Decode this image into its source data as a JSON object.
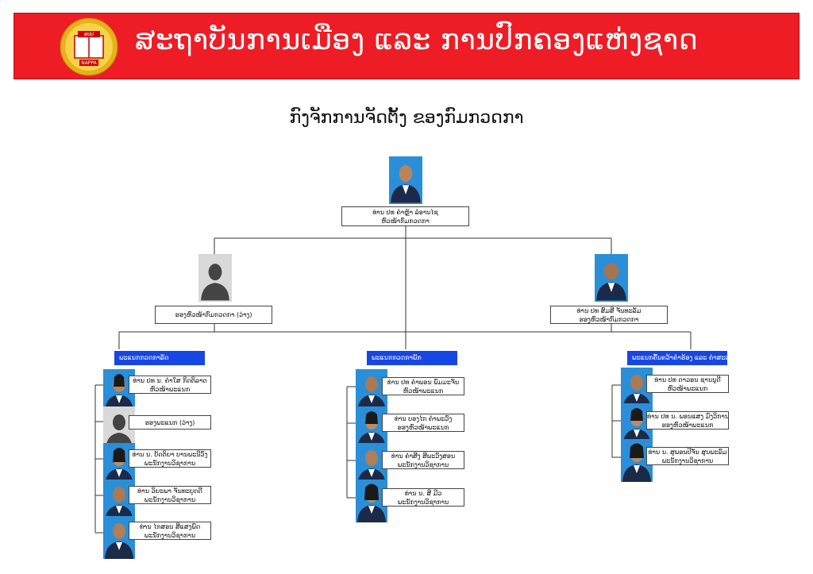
{
  "header": {
    "title": "ສະຖາບັນການເມືອງ ແລະ ການປົກຄອງແຫ່ງຊາດ",
    "logo_text_top": "ສປປ",
    "logo_text_bottom": "NAPPA"
  },
  "page_title": "ກົງຈັກການຈັດຕັ້ງ ຂອງກົມກວດກາ",
  "director": {
    "line1": "ທ່ານ ປທ ຄໍາຫຼ້າ ລໍອານໄຊ",
    "line2": "ຫົວໜ້າກົມກວດກາ"
  },
  "deputies": [
    {
      "line1": "ຮອງຫົວໜ້າກົມກວດກາ (ວ່າງ)",
      "line2": ""
    },
    {
      "line1": "ທ່ານ ປທ ສົມສີ ຈັນທະລັມ",
      "line2": "ຮອງຫົວໜ້າກົມກວດກາ"
    }
  ],
  "departments": [
    {
      "name": "ພະແນກກວດກາລັດ",
      "members": [
        {
          "line1": "ທ່ານ ປທ ນ. ຄໍາໃສ ກິດຕິລາດ",
          "line2": "ຫົວໜ້າພະແນກ"
        },
        {
          "line1": "ຮອງພະແນກ (ວ່າງ)",
          "line2": ""
        },
        {
          "line1": "ທ່ານ ນ. ບັດຕິຍາ ບານພະນີວົງ",
          "line2": "ພະນັກງານວິຊາການ"
        },
        {
          "line1": "ທ່ານ ວິຍະພາ ຈັນທະບູດດີ",
          "line2": "ພະນັກງານວິຊາການ"
        },
        {
          "line1": "ທ່ານ ໄກສອນ ສີແສງພົດ",
          "line2": "ພະນັກງານວິຊາການ"
        }
      ]
    },
    {
      "name": "ພະແນກກວດກາພັກ",
      "members": [
        {
          "line1": "ທ່ານ ປທ ຄໍາພອນ ພົມມະຈັນ",
          "line2": "ຫົວໜ້າພະແນກ"
        },
        {
          "line1": "ທ່ານ ບອງໄກ ຄໍາພະວົງ",
          "line2": "ຮອງຫົວໜ້າພະແນກ"
        },
        {
          "line1": "ທ່ານ ຄໍາສີງ ສີພະວົງສອນ",
          "line2": "ພະນັກງານວິຊາການ"
        },
        {
          "line1": "ທ່ານ ນ. ສີ ມີວ",
          "line2": "ພະນັກງານວິຊາການ"
        }
      ]
    },
    {
      "name": "ພະແນກຄົ້ນຄວ້າຄໍາຮ້ອງ ແລະ ຄໍາສະເໜີ",
      "members": [
        {
          "line1": "ທ່ານ ປທ ດາວອນ ຊານນຸດີ",
          "line2": "ຫົວໜ້າພະແນກ"
        },
        {
          "line1": "ທ່ານ ປທ ນ. ພອນແສງ ມົງວິການ",
          "line2": "ຮອງຫົວໜ້າພະແນກ"
        },
        {
          "line1": "ທ່ານ ນ. ສຸພອນປີຈັນ ສຸນພະລົມ",
          "line2": "ພະນັກງານວິຊາການ"
        }
      ]
    }
  ]
}
